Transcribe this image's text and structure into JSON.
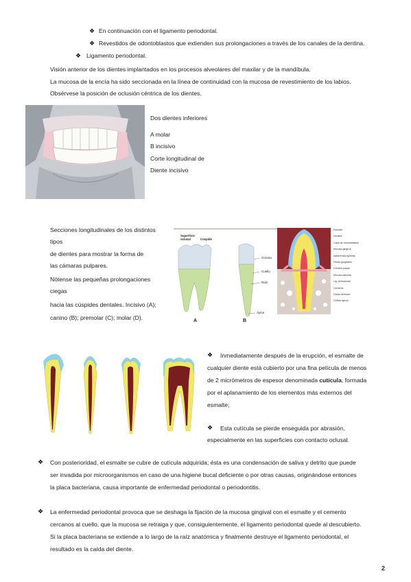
{
  "top_bullets": {
    "b1": "En continuación con el ligamento periodontal.",
    "b2": "Revestidos de odontoblastos que extienden sus prolongaciones a través de los canales de la dentina.",
    "b3": "Ligamento periodontal."
  },
  "intro": {
    "l1": "Visión anterior de los dientes implantados en los procesos alveolares del maxilar y de la mandíbula.",
    "l2": " La mucosa de la encía ha sido seccionada en la línea de continuidad con la mucosa de revestimiento de los labios.",
    "l3": "Obsérvese la posición de oclusión céntrica de los dientes."
  },
  "caption1": {
    "l1": "Dos dientes inferiores",
    "l2": "A molar",
    "l3": "B incisivo",
    "l4": "Corte longitudinal de",
    "l5": "Diente incisivo"
  },
  "caption2": {
    "l1": "Secciones longitudinales de los distintos",
    "l2": "tipos",
    "l3": "de dientes para mostrar la forma de",
    "l4": "las cámaras pulpares.",
    "l5": "Nótense las pequeñas prolongaciones",
    "l6": "ciegas",
    "l7": "hacia las cúspides dentales. Incisivo (A);",
    "l8": "canino (B); premolar (C); molar (D)."
  },
  "fig_labels": {
    "surface": "Superficie oclusal",
    "cusp": "Cúspide",
    "crown": "Corona",
    "neck": "Cuello",
    "root": "Raíz",
    "apex": "Ápice",
    "a": "A",
    "b": "B",
    "sec": [
      "Esmalte",
      "Dentina",
      "Capa de odontoblastos",
      "Mucosa gingival",
      "Adherencia epitelial",
      "Fibras gingivales",
      "Cámara pulpar",
      "Mucosa alveolar",
      "Lig. periodontal",
      "Cemento",
      "Hueso alveolar",
      "Orificio apical"
    ]
  },
  "right_para": {
    "l1": "Inmediatamente después de la erupción, el esmalte de",
    "l2": "cualquier diente está cubierto por una fina película de menos",
    "l3a": "de 2 micrómetros de espesor denominada ",
    "l3b": "cutícula",
    "l3c": ", formada",
    "l4": "por el aplanamiento de los elementos más externos del",
    "l5": "esmalte;",
    "l6": "Esta cutícula se pierde enseguida por abrasión,",
    "l7": "especialmente en las superficies con contacto oclusal."
  },
  "para3": {
    "l1": "Con posterioridad, el esmalte se cubre de cutícula adquirida; ésta es una condensación de saliva y detrito que puede",
    "l2": "ser invadida por microorganismos en caso de una higiene bucal deficiente o por otras causas, originándose entonces",
    "l3": "la placa bacteriana, causa importante de enfermedad periodontal o periodontitis."
  },
  "para4": {
    "l1": " La enfermedad periodontal provoca que se deshaga la fijación de la mucosa gingival con el esmalte y el cemento",
    "l2": "cercanos al cuello, que la mucosa se retraiga y que, consiguientemente, el ligamento periodontal quede al descubierto.",
    "l3": "Si la placa bacteriana se extiende a lo largo de la raíz anatómica y finalmente destruye el ligamento periodontal, el",
    "l4": "resultado es la caída del diente."
  },
  "bullet_glyph": "❖",
  "page_number": "2"
}
